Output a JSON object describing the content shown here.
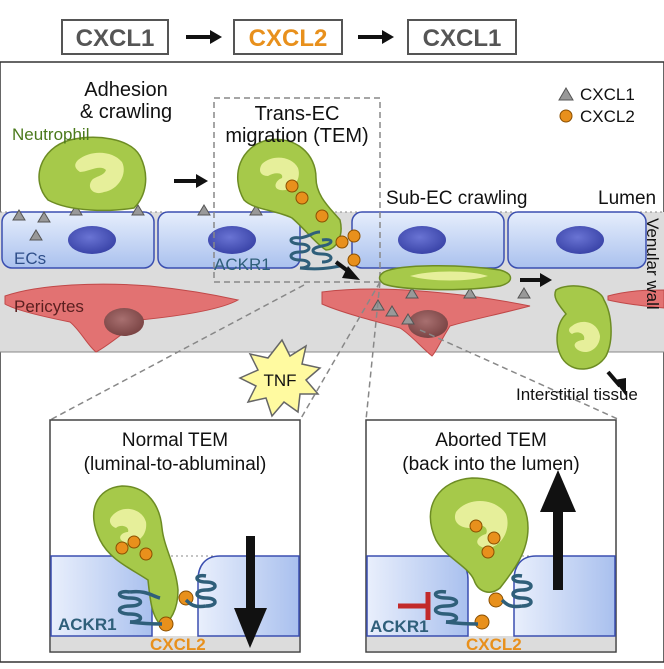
{
  "header": {
    "step1": "CXCL1",
    "step2": "CXCL2",
    "step3": "CXCL1"
  },
  "legend": {
    "cxcl1": "CXCL1",
    "cxcl2": "CXCL2"
  },
  "labels": {
    "adhesion_line1": "Adhesion",
    "adhesion_line2": "& crawling",
    "neutrophil": "Neutrophil",
    "tem_line1": "Trans-EC",
    "tem_line2": "migration (TEM)",
    "sub_ec": "Sub-EC crawling",
    "lumen": "Lumen",
    "venular_wall": "Venular wall",
    "ecs": "ECs",
    "ackr1": "ACKR1",
    "pericytes": "Pericytes",
    "tnf": "TNF",
    "interstitial": "Interstitial tissue"
  },
  "panels": {
    "normal": {
      "title_line1": "Normal TEM",
      "title_line2": "(luminal-to-abluminal)",
      "ackr1": "ACKR1",
      "cxcl2": "CXCL2"
    },
    "aborted": {
      "title_line1": "Aborted TEM",
      "title_line2": "(back into the lumen)",
      "ackr1": "ACKR1",
      "cxcl2": "CXCL2"
    }
  },
  "colors": {
    "cxcl2_orange": "#e8901c",
    "ackr1_blue": "#2f5f7a",
    "neutrophil_green": "#8cb83a",
    "ec_blue": "#c9d8f5",
    "nucleus_blue": "#4a55b8",
    "pericyte_red": "#e27272",
    "tnf_yellow": "#fffaa0",
    "inhibit_red": "#c22a2a"
  }
}
